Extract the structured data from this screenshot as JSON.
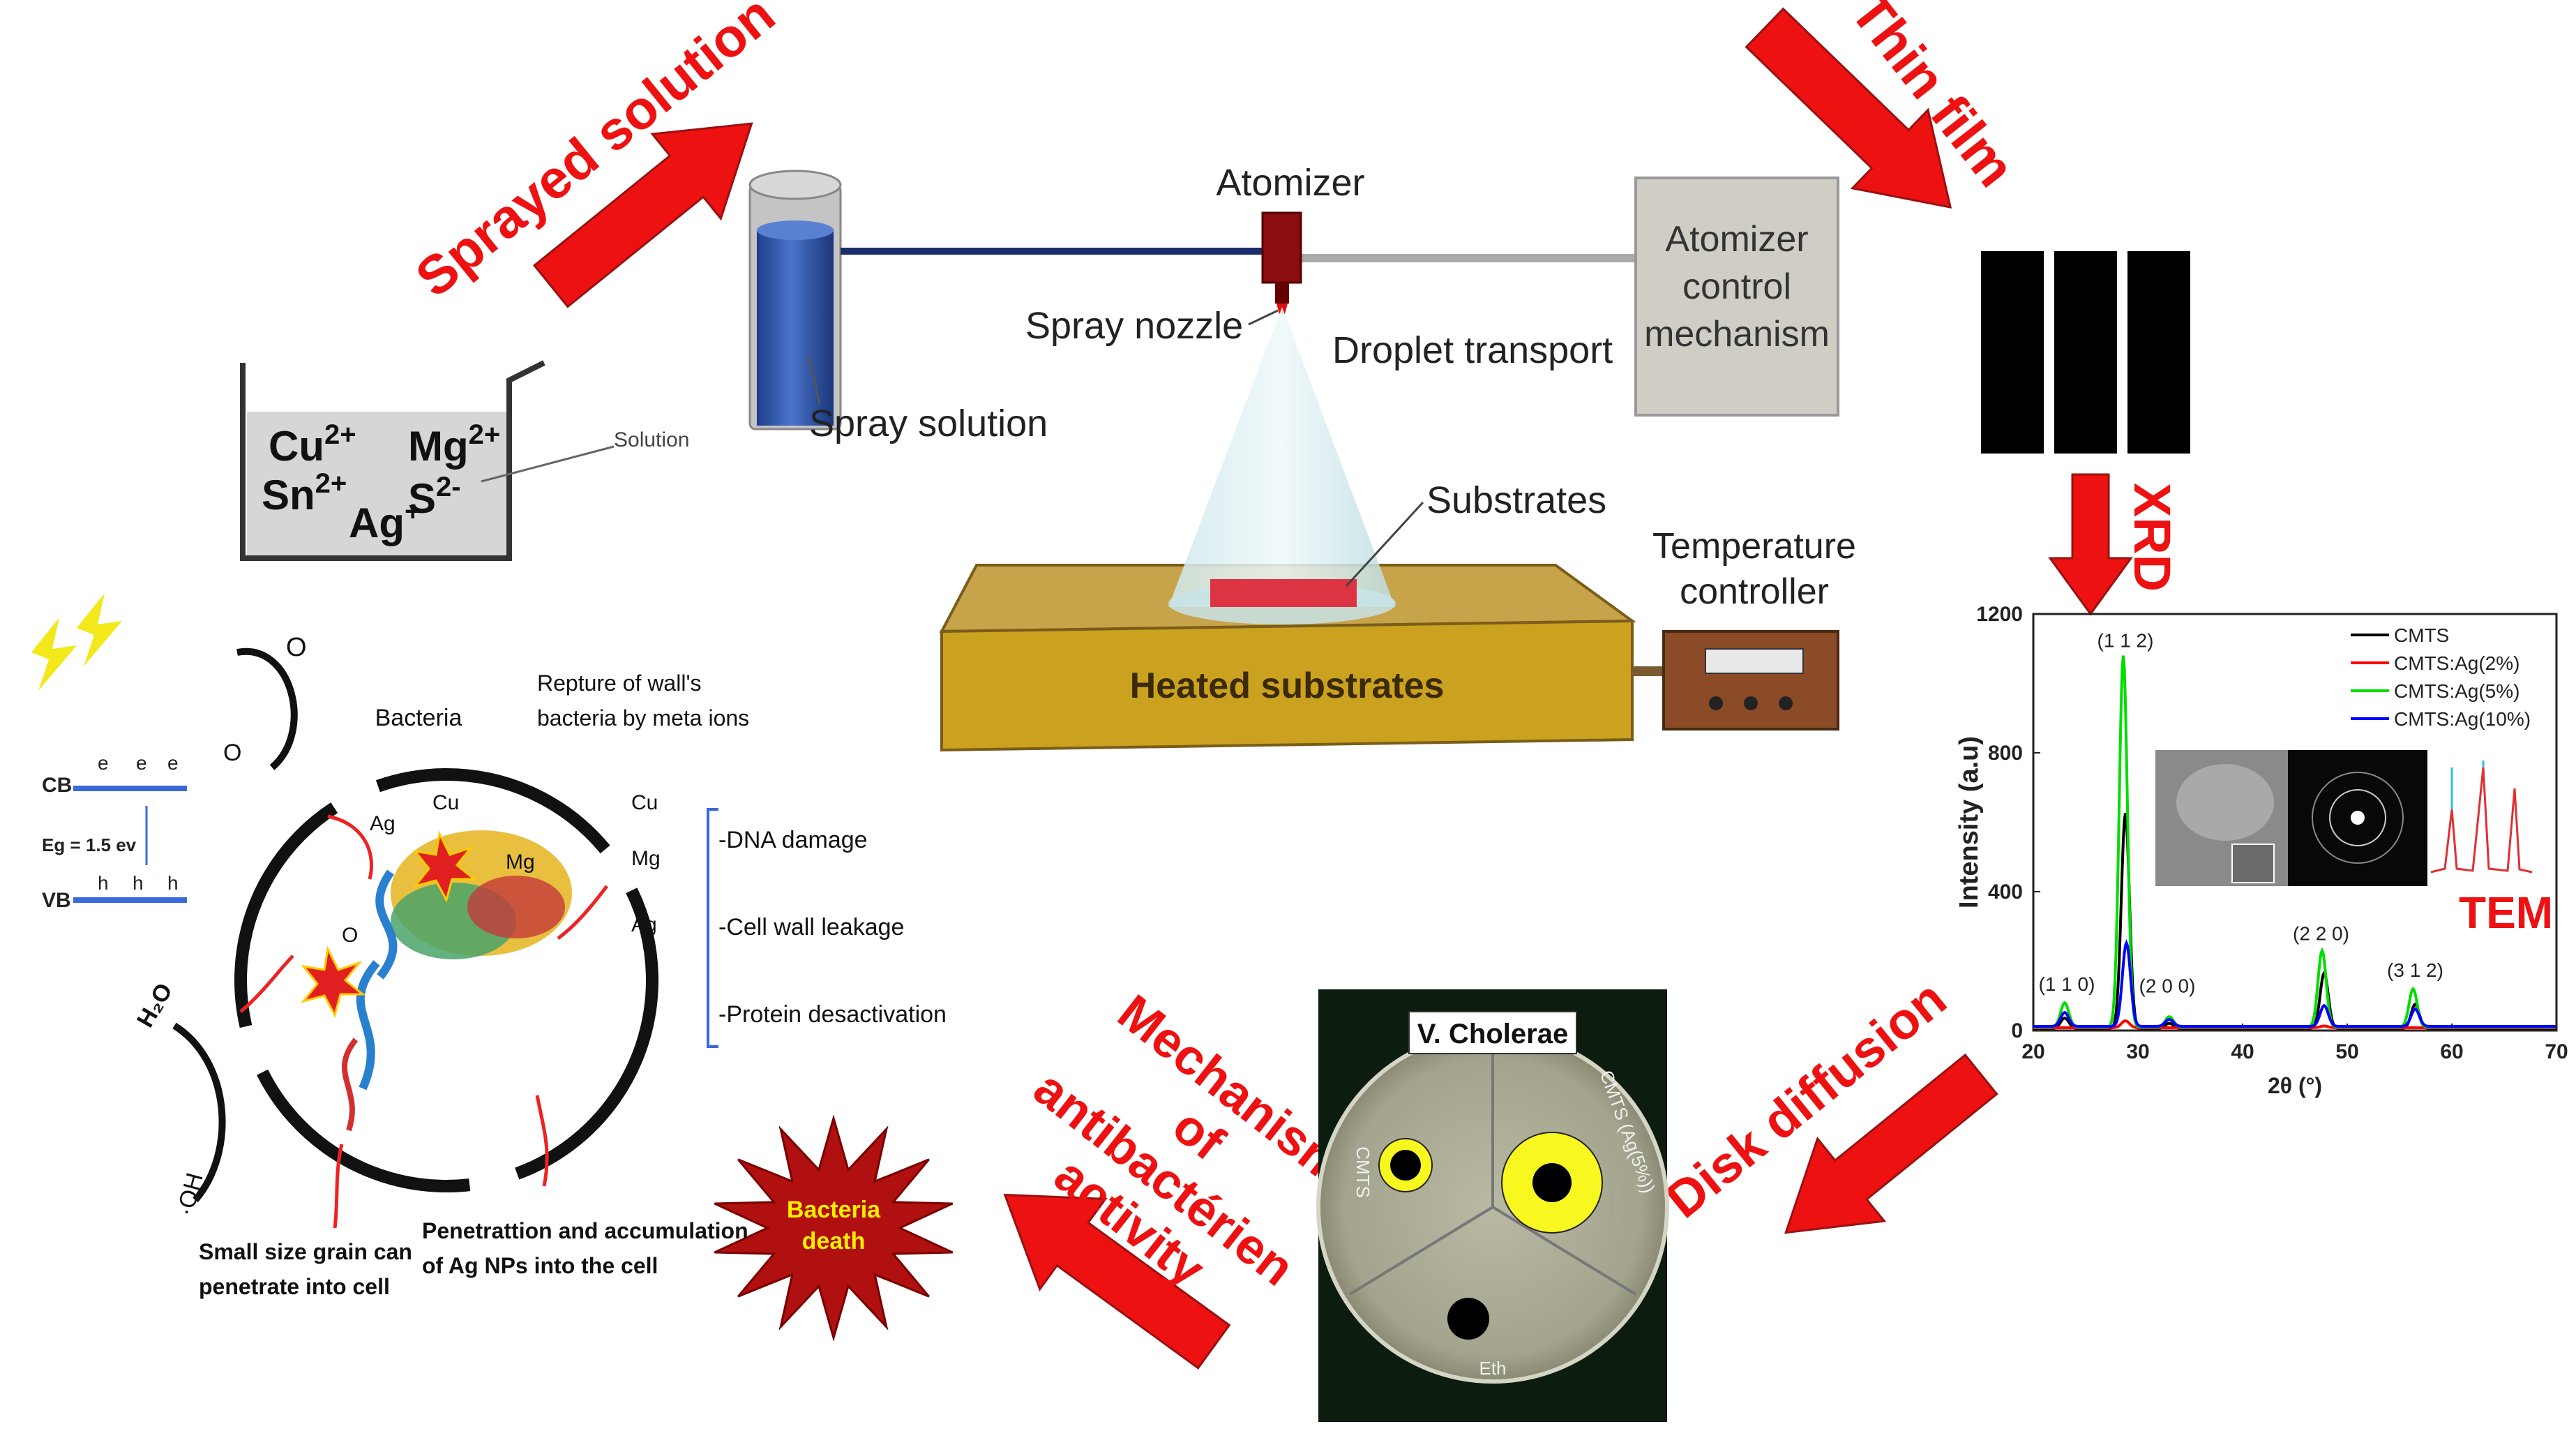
{
  "arrows": {
    "sprayed_solution": "Sprayed solution",
    "thin_film": "Thin film",
    "xrd": "XRD",
    "disk_diffusion": "Disk diffusion",
    "mechanism": [
      "Mechanism",
      "of",
      "antibactérien",
      "activity"
    ]
  },
  "setup": {
    "solution_ions_line1": [
      "Cu",
      "2+",
      "Mg",
      "2+"
    ],
    "solution_ions_line2": [
      "Sn",
      "2+",
      "Ag",
      "+",
      "S",
      "2-"
    ],
    "solution_label": "Solution",
    "spray_solution": "Spray solution",
    "atomizer": "Atomizer",
    "spray_nozzle": "Spray nozzle",
    "droplet_transport": "Droplet transport",
    "control_lines": [
      "Atomizer",
      "control",
      "mechanism"
    ],
    "substrates": "Substrates",
    "temperature_lines": [
      "Temperature",
      "controller"
    ],
    "heated_substrates": "Heated substrates"
  },
  "chart_data": {
    "type": "line",
    "xlabel": "2θ (°)",
    "ylabel": "Intensity (a.u)",
    "xlim": [
      20,
      70
    ],
    "ylim": [
      0,
      1200
    ],
    "xticks": [
      20,
      30,
      40,
      50,
      60,
      70
    ],
    "yticks": [
      0,
      400,
      800,
      1200
    ],
    "legend_position": "top-right",
    "series": [
      {
        "name": "CMTS",
        "color": "#000000",
        "peaks": [
          [
            23,
            30
          ],
          [
            28.8,
            620
          ],
          [
            33,
            15
          ],
          [
            47.8,
            160
          ],
          [
            56.5,
            70
          ]
        ]
      },
      {
        "name": "CMTS:Ag(2%)",
        "color": "#ff0000",
        "peaks": [
          [
            28.8,
            20
          ],
          [
            47.8,
            5
          ]
        ]
      },
      {
        "name": "CMTS:Ag(5%)",
        "color": "#00dd00",
        "peaks": [
          [
            23,
            70
          ],
          [
            28.6,
            1070
          ],
          [
            33,
            30
          ],
          [
            47.6,
            220
          ],
          [
            56.3,
            110
          ]
        ]
      },
      {
        "name": "CMTS:Ag(10%)",
        "color": "#0000ff",
        "peaks": [
          [
            23,
            40
          ],
          [
            28.9,
            240
          ],
          [
            33,
            20
          ],
          [
            47.8,
            60
          ],
          [
            56.5,
            50
          ]
        ]
      }
    ],
    "peak_labels": [
      {
        "text": "(1 1 0)",
        "x": 23.2,
        "y": 115
      },
      {
        "text": "(1 1 2)",
        "x": 28.8,
        "y": 1105
      },
      {
        "text": "(2 0 0)",
        "x": 32.8,
        "y": 110
      },
      {
        "text": "(2 2 0)",
        "x": 47.5,
        "y": 260
      },
      {
        "text": "(3 1 2)",
        "x": 56.5,
        "y": 155
      }
    ]
  },
  "tem_label": "TEM",
  "petri": {
    "title": "V. Cholerae",
    "sample_left": "CMTS",
    "sample_right": "CMTS (Ag(5%))",
    "sample_bottom": "Eth"
  },
  "death": [
    "Bacteria",
    "death"
  ],
  "band": {
    "cb": "CB",
    "vb": "VB",
    "eg": "Eg = 1.5 ev",
    "electron": "e",
    "hole": "h"
  },
  "mechanism": {
    "o2_top": "O",
    "o2_radical": "O",
    "bacteria": "Bacteria",
    "rupture_lines": [
      "Repture of wall's",
      "bacteria by meta ions"
    ],
    "ions_inside": [
      "Ag",
      "Cu",
      "Mg"
    ],
    "superoxide": "O",
    "side_ions": [
      "Cu",
      "Mg",
      "Ag"
    ],
    "effects": [
      "-DNA damage",
      "-Cell wall leakage",
      "-Protein desactivation"
    ],
    "h2o": "H₂O",
    "oh": "·OH",
    "small_grain": [
      "Small size grain can",
      "penetrate into cell"
    ],
    "penetration": [
      "Penetrattion and accumulation",
      "of Ag NPs into the cell"
    ]
  }
}
